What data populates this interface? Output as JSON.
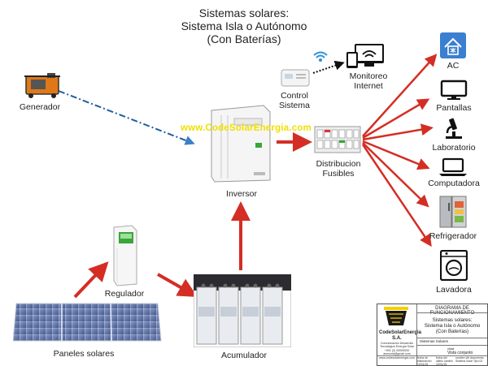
{
  "title": [
    "Sistemas solares:",
    "Sistema Isla o Autónomo",
    "(Con Baterías)"
  ],
  "watermark": "www.CodeSolarEnergia.com",
  "labels": {
    "generador": "Generador",
    "control": [
      "Control",
      "Sistema"
    ],
    "monitoreo": [
      "Monitoreo",
      "Internet"
    ],
    "inversor": "Inversor",
    "distribucion": [
      "Distribucion",
      "Fusibles"
    ],
    "regulador": "Regulador",
    "paneles": "Paneles solares",
    "acumulador": "Acumulador"
  },
  "loads": [
    "AC",
    "Pantallas",
    "Laboratorio",
    "Computadora",
    "Refrigerador",
    "Lavadora"
  ],
  "title_block": {
    "company": "CodeSolarEnergia S.A.",
    "company_info": [
      "Comunicación Desarrollo",
      "Tecnológico Energía Solar",
      "+591 (2) 00000000",
      "asesoria@gmail.com",
      "www.codesolarenergia.com"
    ],
    "diagram_type": "DIAGRAMA DE FUNCIONAMIENTO",
    "diagram_title": [
      "Sistemas solares:",
      "Sistema Isla o Autónomo",
      "(Con Baterías)"
    ],
    "system": "Sistemas Solares",
    "vista_label": "vista",
    "vista": "Vista conjunto",
    "footer_cells": [
      {
        "label": "fecha de elaboración",
        "value": "10/01/18"
      },
      {
        "label": "fecha del último cambio",
        "value": "10/01/18"
      },
      {
        "label": "nombre del documento",
        "value": "Sistema Solar Tipo 03"
      }
    ]
  },
  "colors": {
    "arrow": "#d42e24",
    "dash": "#1f5fa0",
    "watermark": "#f0e000",
    "ac_icon": "#3a7fd0"
  }
}
